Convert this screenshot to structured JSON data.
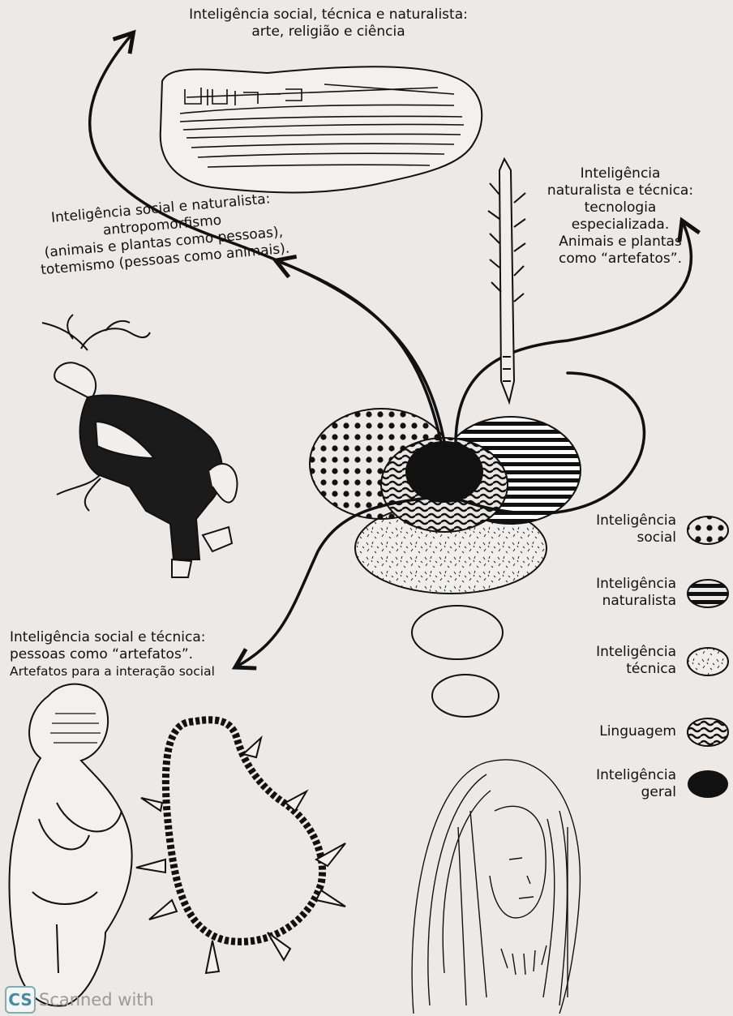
{
  "labels": {
    "top": [
      "Inteligência social, técnica e naturalista:",
      "arte, religião e ciência"
    ],
    "left_upper": [
      "Inteligência social e naturalista:",
      "antropomorfismo",
      "(animais e plantas como pessoas),",
      "totemismo (pessoas como animais)."
    ],
    "right": [
      "Inteligência",
      "naturalista e técnica:",
      "tecnologia",
      "especializada.",
      "Animais e plantas",
      "como “artefatos”."
    ],
    "left_lower": [
      "Inteligência social e técnica:",
      "pessoas como “artefatos”.",
      "Artefatos para a interação social"
    ]
  },
  "legend": [
    {
      "lines": [
        "Inteligência",
        "social"
      ],
      "pattern": "dots",
      "icon": "dotted-oval-icon"
    },
    {
      "lines": [
        "Inteligência",
        "naturalista"
      ],
      "pattern": "horizontal-stripes",
      "icon": "striped-oval-icon"
    },
    {
      "lines": [
        "Inteligência",
        "técnica"
      ],
      "pattern": "speckles",
      "icon": "speckled-oval-icon"
    },
    {
      "lines": [
        "Linguagem"
      ],
      "pattern": "wavy-lines",
      "icon": "wavy-oval-icon"
    },
    {
      "lines": [
        "Inteligência",
        "geral"
      ],
      "pattern": "solid-black",
      "icon": "black-oval-icon"
    }
  ],
  "watermark": {
    "badge": "CS",
    "text": "Scanned with"
  },
  "colors": {
    "paper": "#ece9e7",
    "ink": "#111111",
    "watermark": "#9a9a9a"
  }
}
